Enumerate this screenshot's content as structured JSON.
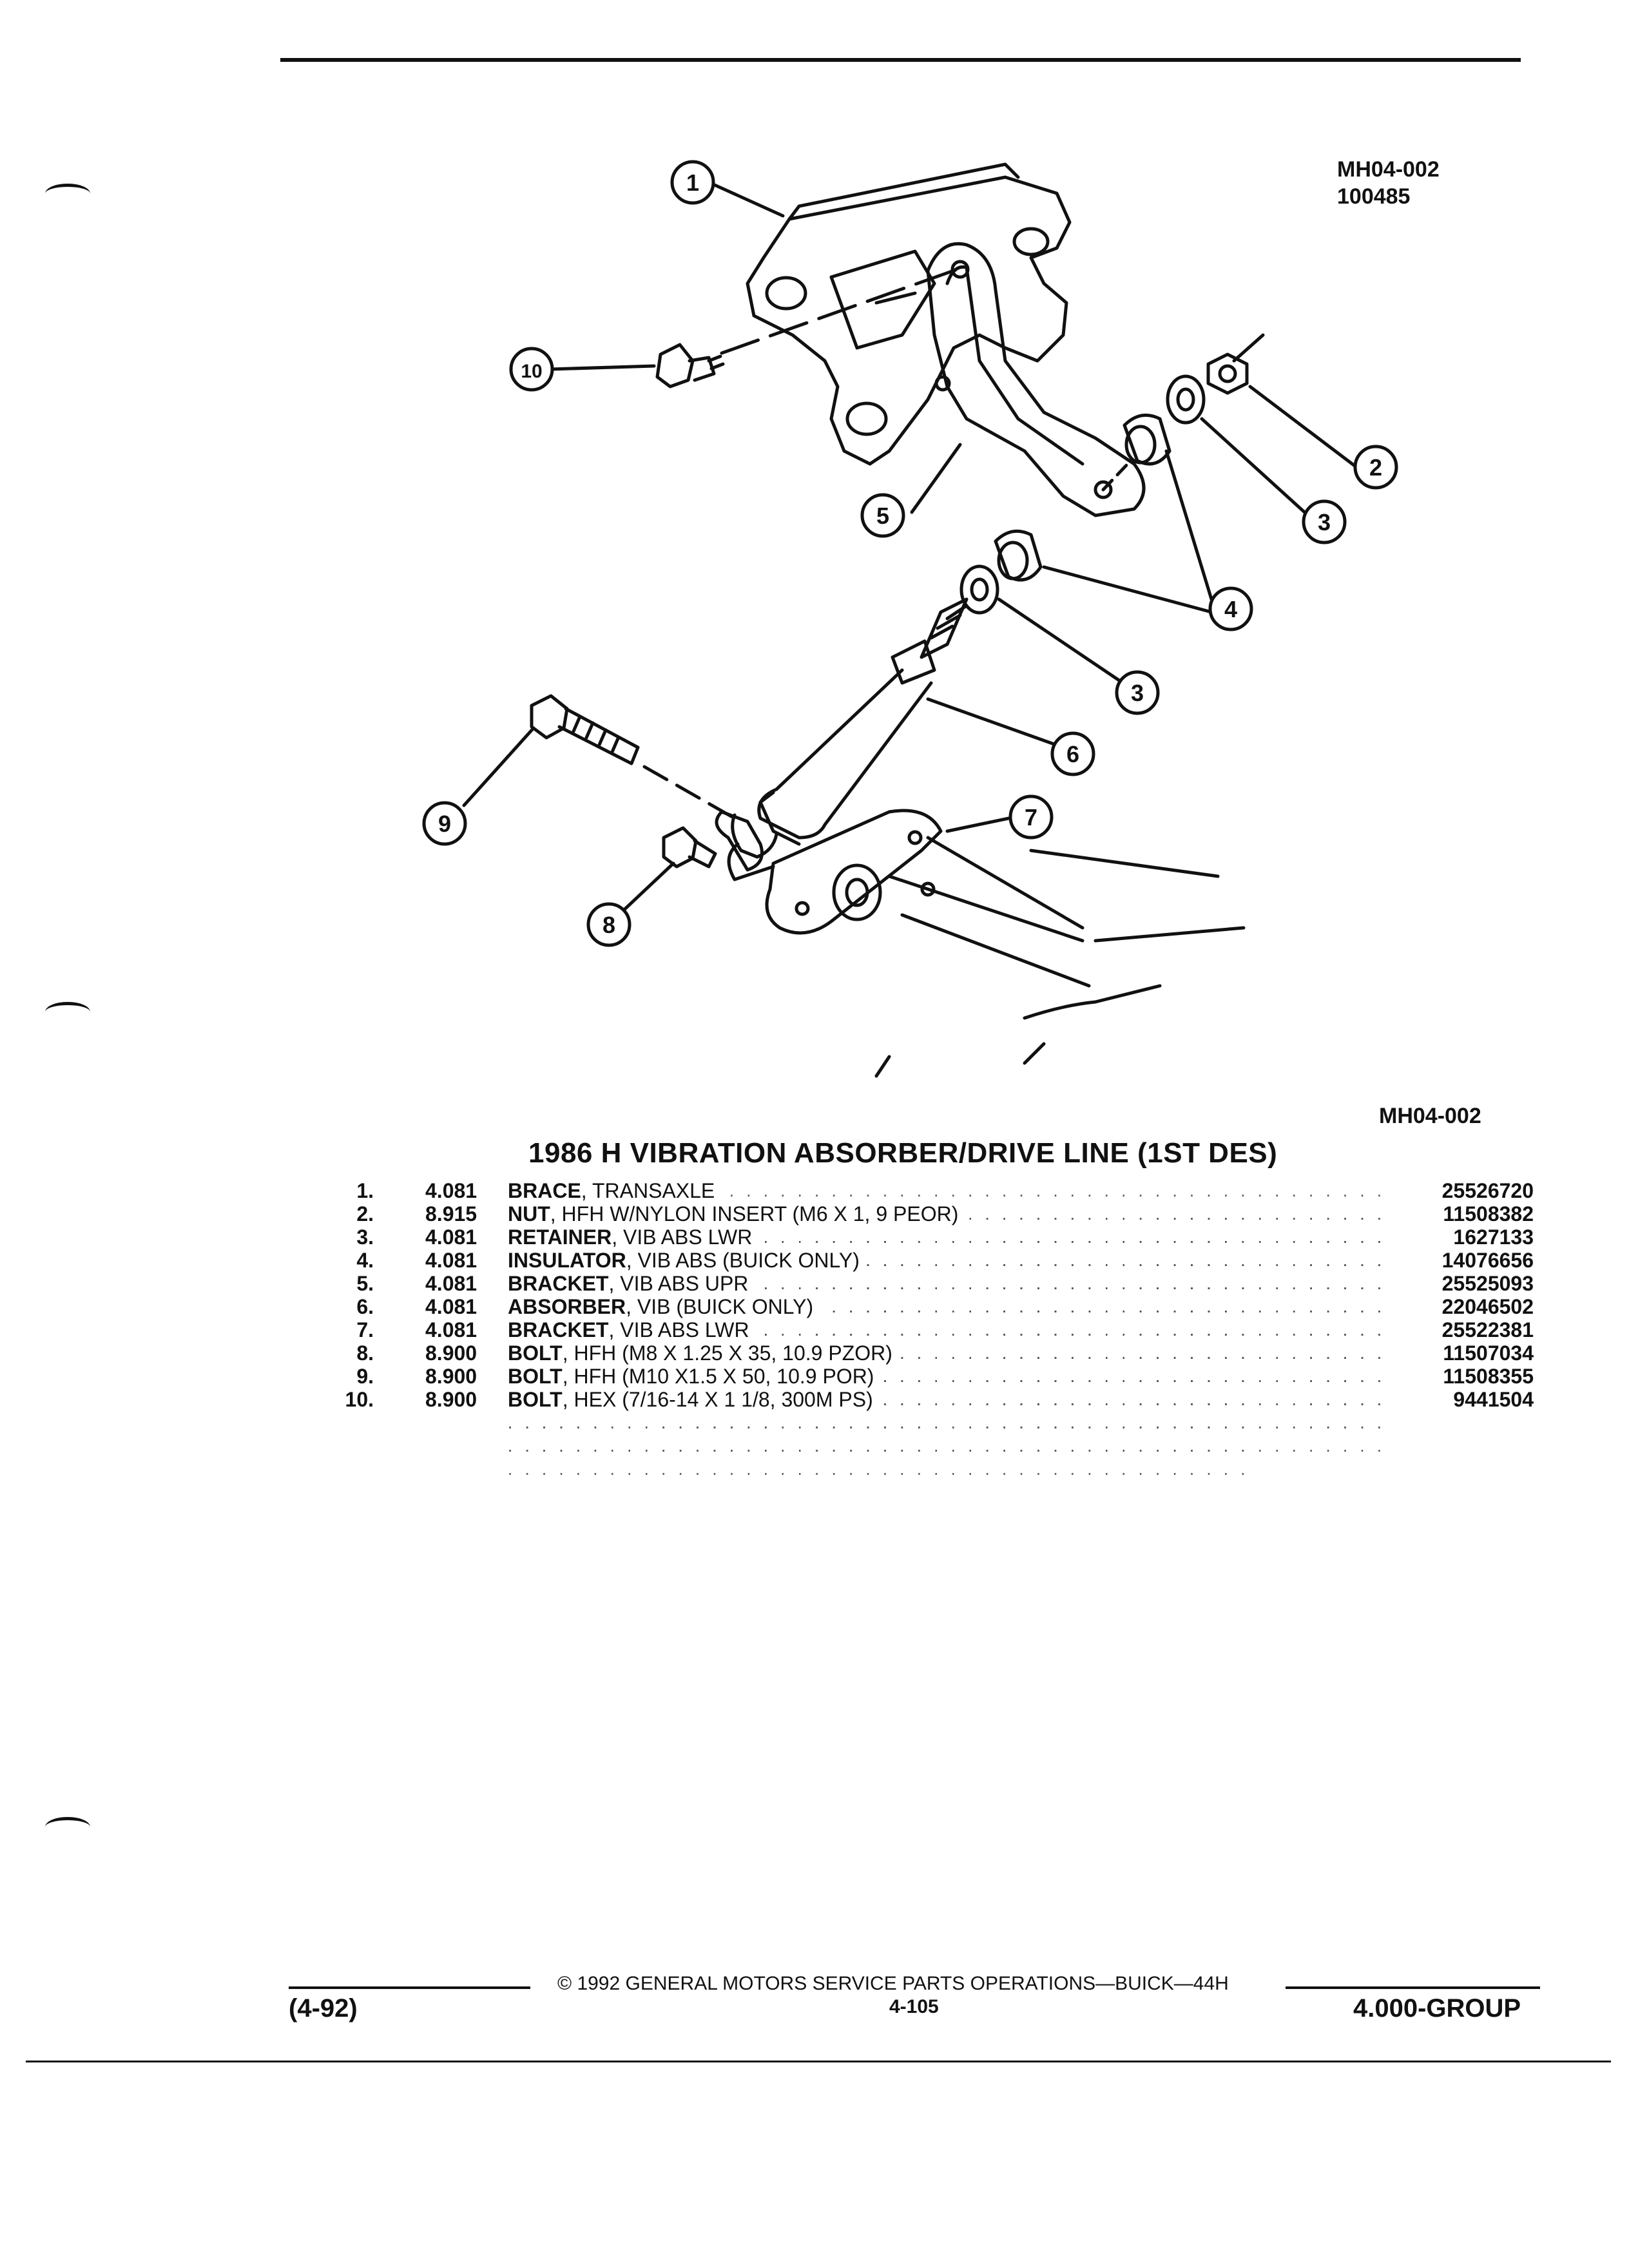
{
  "header": {
    "figure_code": "MH04-002",
    "figure_date": "100485",
    "figure_code_bottom": "MH04-002"
  },
  "diagram": {
    "callouts": [
      "1",
      "2",
      "3",
      "3",
      "4",
      "5",
      "6",
      "7",
      "8",
      "9",
      "10"
    ]
  },
  "title": "1986 H VIBRATION ABSORBER/DRIVE LINE (1ST DES)",
  "parts": [
    {
      "num": "1.",
      "group": "4.081",
      "name": "BRACE",
      "desc": ", TRANSAXLE",
      "part": "25526720"
    },
    {
      "num": "2.",
      "group": "8.915",
      "name": "NUT",
      "desc": ", HFH W/NYLON INSERT (M6 X 1, 9 PEOR)",
      "part": "11508382"
    },
    {
      "num": "3.",
      "group": "4.081",
      "name": "RETAINER",
      "desc": ", VIB ABS LWR",
      "part": "1627133"
    },
    {
      "num": "4.",
      "group": "4.081",
      "name": "INSULATOR",
      "desc": ", VIB ABS (BUICK ONLY)",
      "part": "14076656"
    },
    {
      "num": "5.",
      "group": "4.081",
      "name": "BRACKET",
      "desc": ", VIB ABS UPR",
      "part": "25525093"
    },
    {
      "num": "6.",
      "group": "4.081",
      "name": "ABSORBER",
      "desc": ", VIB (BUICK ONLY)",
      "part": "22046502"
    },
    {
      "num": "7.",
      "group": "4.081",
      "name": "BRACKET",
      "desc": ", VIB ABS LWR",
      "part": "25522381"
    },
    {
      "num": "8.",
      "group": "8.900",
      "name": "BOLT",
      "desc": ", HFH (M8 X 1.25 X 35, 10.9 PZOR)",
      "part": "11507034"
    },
    {
      "num": "9.",
      "group": "8.900",
      "name": "BOLT",
      "desc": ", HFH (M10 X1.5 X 50, 10.9 POR)",
      "part": "11508355"
    },
    {
      "num": "10.",
      "group": "8.900",
      "name": "BOLT",
      "desc": ", HEX (7/16-14 X 1 1/8, 300M PS)",
      "part": "9441504"
    }
  ],
  "footer": {
    "copyright": "© 1992 GENERAL MOTORS SERVICE PARTS OPERATIONS—BUICK—44H",
    "date_code": "(4-92)",
    "page": "4-105",
    "group": "4.000-GROUP"
  }
}
